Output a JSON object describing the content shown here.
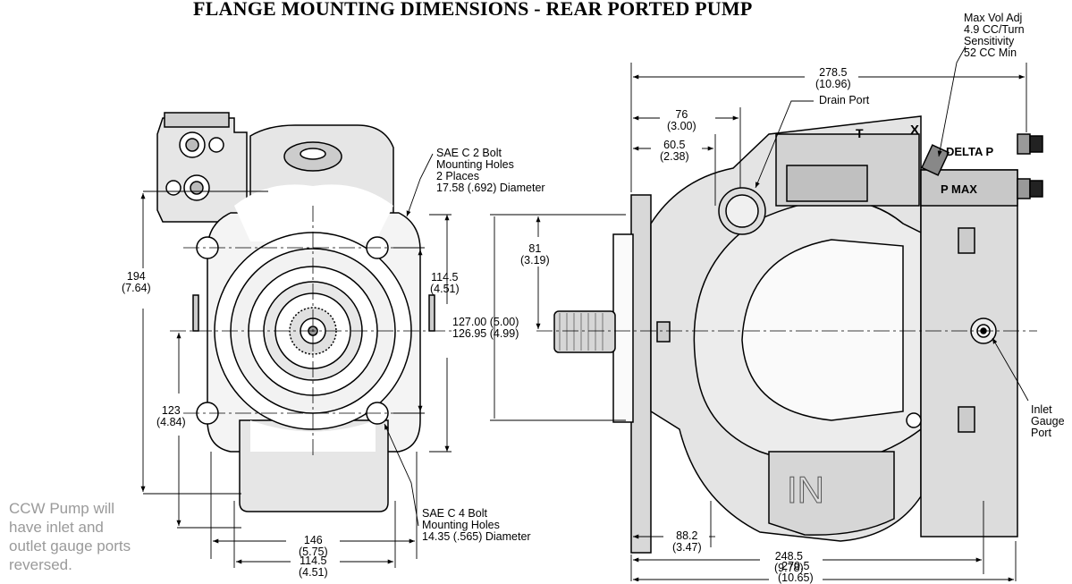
{
  "title": "FLANGE MOUNTING DIMENSIONS - REAR PORTED PUMP",
  "note": {
    "lines": [
      "CCW Pump will",
      "have inlet and",
      "outlet gauge ports",
      "reversed."
    ],
    "color": "#9a9a9a"
  },
  "callouts": {
    "max_vol_adj": [
      "Max Vol Adj",
      "4.9 CC/Turn",
      "Sensitivity",
      "52 CC Min"
    ],
    "drain_port": "Drain Port",
    "sae_c_2_bolt": [
      "SAE C 2 Bolt",
      "Mounting Holes",
      "2 Places",
      "17.58 (.692) Diameter"
    ],
    "sae_c_4_bolt": [
      "SAE C 4 Bolt",
      "Mounting Holes",
      "14.35 (.565) Diameter"
    ],
    "inlet_gauge_port": [
      "Inlet",
      "Gauge",
      "Port"
    ]
  },
  "front_view_dims": {
    "d194": [
      "194",
      "(7.64)"
    ],
    "d123": [
      "123",
      "(4.84)"
    ],
    "d114_5_right": [
      "114.5",
      "(4.51)"
    ],
    "d127": [
      "127.00 (5.00)",
      "126.95 (4.99)"
    ],
    "d146": [
      "146",
      "(5.75)"
    ],
    "d114_5_bottom": [
      "114.5",
      "(4.51)"
    ]
  },
  "side_view_dims": {
    "d278_5": [
      "278.5",
      "(10.96)"
    ],
    "d76": [
      "76",
      "(3.00)"
    ],
    "d60_5": [
      "60.5",
      "(2.38)"
    ],
    "d81": [
      "81",
      "(3.19)"
    ],
    "d88_2": [
      "88.2",
      "(3.47)"
    ],
    "d248_5": [
      "248.5",
      "(9.78)"
    ],
    "d270_5": [
      "270.5",
      "(10.65)"
    ]
  },
  "body_markings": {
    "t": "T",
    "x": "X",
    "delta_p": "DELTA P",
    "p_max": "P MAX",
    "in": "IN"
  }
}
